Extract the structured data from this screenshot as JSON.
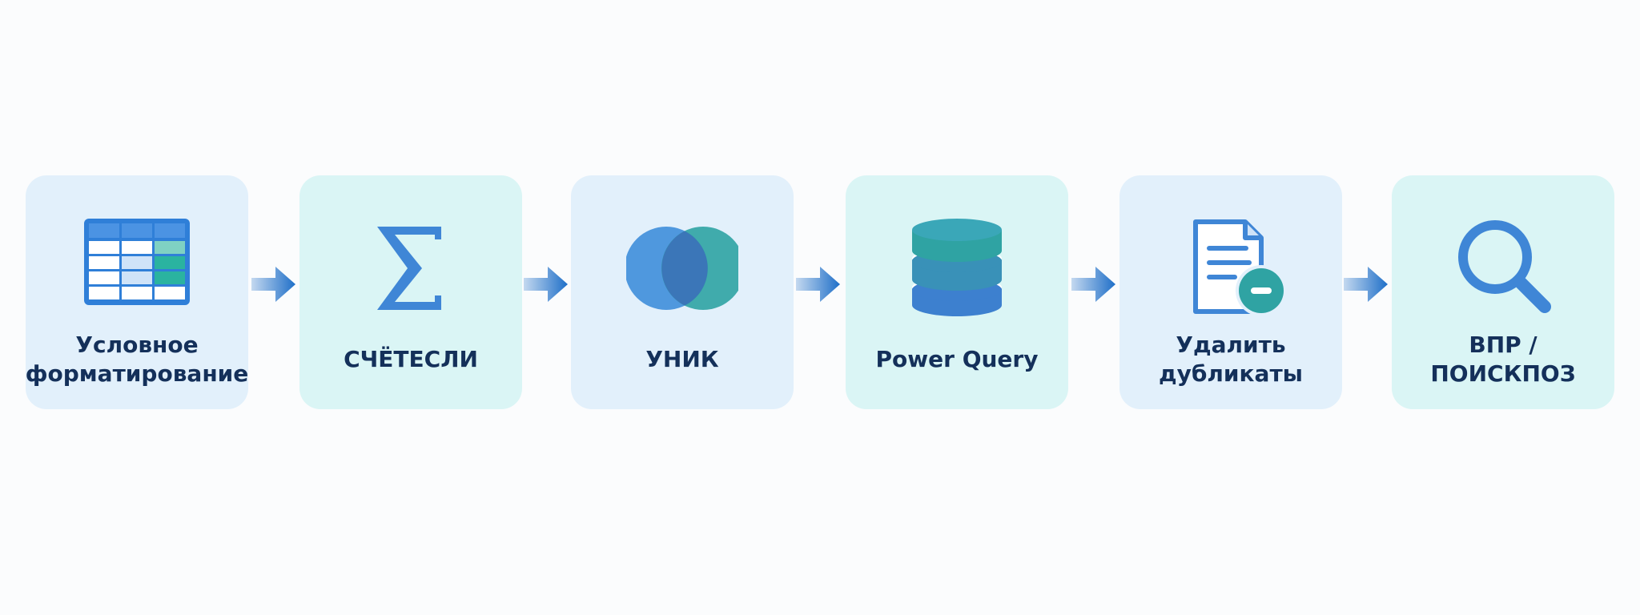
{
  "steps": [
    {
      "label": "Условное\nформатирование",
      "icon": "spreadsheet-icon"
    },
    {
      "label": "СЧЁТЕСЛИ",
      "icon": "sigma-icon"
    },
    {
      "label": "УНИК",
      "icon": "venn-icon"
    },
    {
      "label": "Power Query",
      "icon": "database-icon"
    },
    {
      "label": "Удалить\nдубликаты",
      "icon": "document-remove-icon"
    },
    {
      "label": "ВПР / ПОИСКПОЗ",
      "icon": "search-icon"
    }
  ],
  "colors": {
    "background": "#fbfcfd",
    "card_blue": "#e2f0fb",
    "card_teal": "#daf5f5",
    "accent_blue": "#3f86d6",
    "accent_teal": "#2fa3a3",
    "arrow": "#1f6fc8",
    "text": "#14305a"
  }
}
